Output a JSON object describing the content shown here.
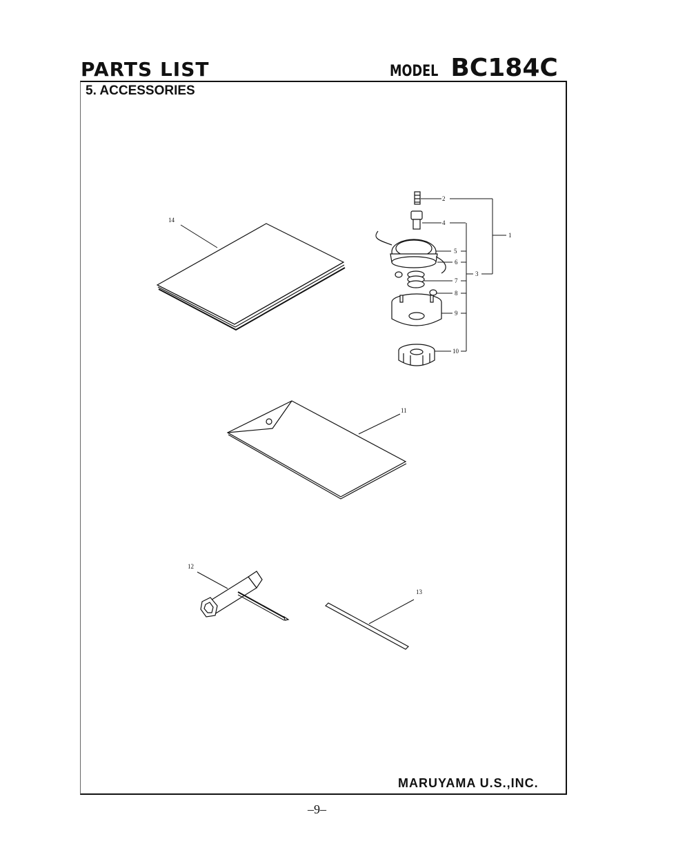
{
  "header": {
    "title": "PARTS LIST",
    "model_label": "MODEL",
    "model_number": "BC184C"
  },
  "section_title": "5. ACCESSORIES",
  "callouts": {
    "c1": "1",
    "c2": "2",
    "c3": "3",
    "c4": "4",
    "c5": "5",
    "c6": "6",
    "c7": "7",
    "c8": "8",
    "c9": "9",
    "c10": "10",
    "c11": "11",
    "c12": "12",
    "c13": "13",
    "c14": "14"
  },
  "footer": {
    "company": "MARUYAMA U.S.,INC.",
    "page_number": "–9–"
  }
}
